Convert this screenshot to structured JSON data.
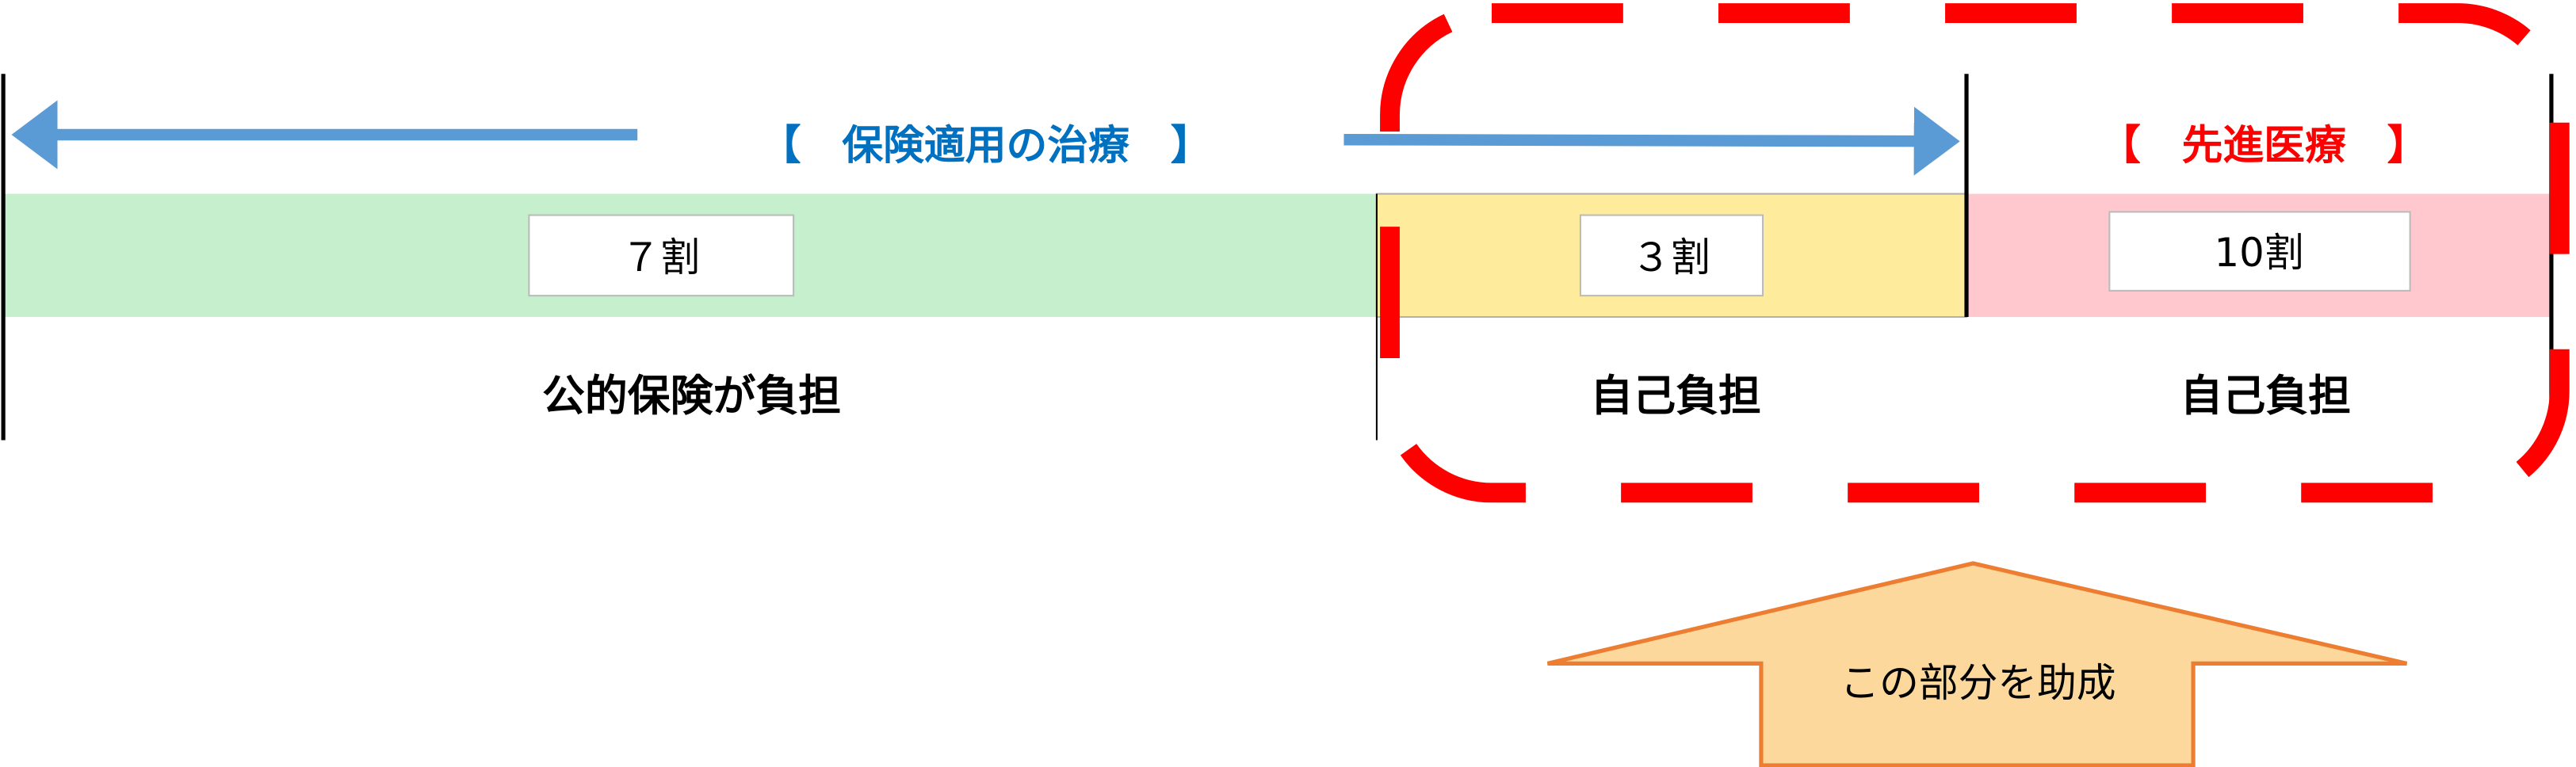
{
  "header": {
    "insured_label": "【　保険適用の治療　】",
    "advanced_label": "【　先進医療　】"
  },
  "bars": [
    {
      "ratio_label": "７割",
      "payer_label": "公的保険が負担",
      "color": "#c6efce"
    },
    {
      "ratio_label": "３割",
      "payer_label": "自己負担",
      "color": "#ffeb9c"
    },
    {
      "ratio_label": "10割",
      "payer_label": "自己負担",
      "color": "#ffc7ce"
    }
  ],
  "callout": {
    "label": "この部分を助成"
  },
  "colors": {
    "arrow": "#5b9bd5",
    "insured_text": "#0070c0",
    "advanced_text": "#ff0000",
    "highlight": "#ff0000",
    "callout_fill": "#fcd89c",
    "callout_stroke": "#ed7d31"
  }
}
